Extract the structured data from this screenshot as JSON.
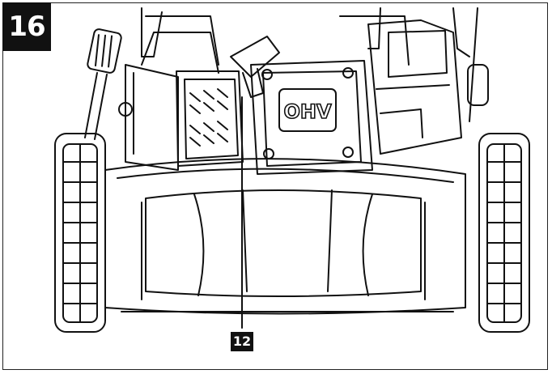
{
  "figure": {
    "number": "16",
    "callout_label": "12",
    "engine_badge": "OHV"
  },
  "colors": {
    "ink": "#111111",
    "paper": "#ffffff"
  }
}
